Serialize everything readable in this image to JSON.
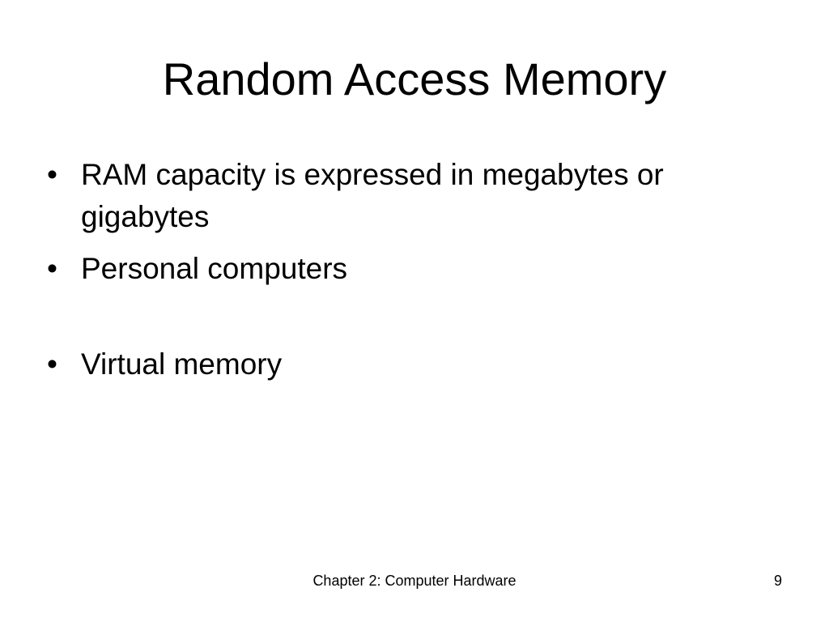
{
  "slide": {
    "title": "Random Access Memory",
    "bullets": [
      {
        "marker": "•",
        "text": "RAM capacity is expressed in megabytes or gigabytes"
      },
      {
        "marker": "•",
        "text": "Personal computers"
      },
      {
        "marker": "•",
        "text": "Virtual memory"
      }
    ],
    "footer": {
      "center_text": "Chapter 2: Computer Hardware",
      "page_number": "9"
    }
  }
}
